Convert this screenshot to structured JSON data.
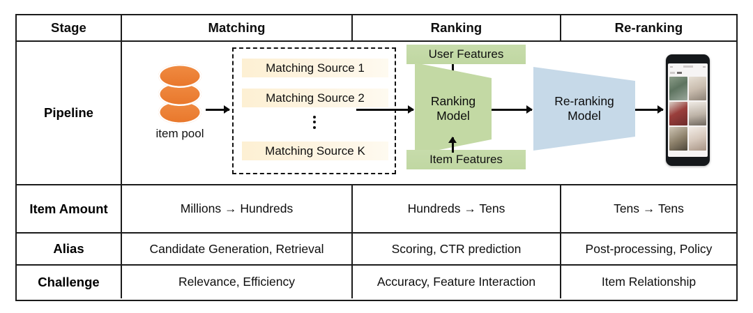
{
  "table": {
    "header": {
      "stage": "Stage",
      "matching": "Matching",
      "ranking": "Ranking",
      "reranking": "Re-ranking"
    },
    "rows": [
      {
        "label": "Pipeline",
        "matching": "",
        "ranking": "",
        "reranking": ""
      },
      {
        "label": "Item Amount",
        "matching": "Millions → Hundreds",
        "ranking": "Hundreds → Tens",
        "reranking": "Tens → Tens"
      },
      {
        "label": "Alias",
        "matching": "Candidate Generation, Retrieval",
        "ranking": "Scoring, CTR prediction",
        "reranking": "Post-processing, Policy"
      },
      {
        "label": "Challenge",
        "matching": "Relevance, Efficiency",
        "ranking": "Accuracy, Feature Interaction",
        "reranking": "Item Relationship"
      }
    ]
  },
  "pipeline": {
    "item_pool_label": "item pool",
    "matching_sources": [
      "Matching Source 1",
      "Matching Source 2",
      "Matching Source K"
    ],
    "ellipsis": "⋮",
    "user_features": "User Features",
    "item_features": "Item Features",
    "ranking_model_line1": "Ranking",
    "ranking_model_line2": "Model",
    "reranking_model_line1": "Re-ranking",
    "reranking_model_line2": "Model"
  },
  "colors": {
    "border": "#1b1b1b",
    "item_pool_orange": "#ed7d31",
    "matching_source_cream": "#fdf0d3",
    "features_green": "#c7dcab",
    "ranking_model_green": "#c3d9a4",
    "reranking_model_blue": "#c6d9e8",
    "arrow_black": "#0a0a0a",
    "phone_body": "#15181b"
  }
}
